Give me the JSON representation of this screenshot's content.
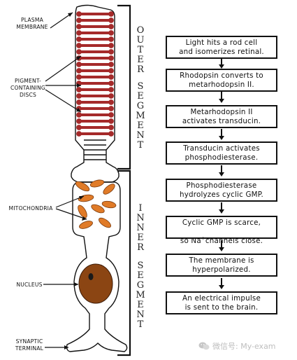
{
  "labels": {
    "plasma_membrane_1": "PLASMA",
    "plasma_membrane_2": "MEMBRANE",
    "pigment_1": "PIGMENT-",
    "pigment_2": "CONTAINING",
    "pigment_3": "DISCS",
    "mitochondria": "MITOCHONDRIA",
    "nucleus": "NUCLEUS",
    "synaptic_1": "SYNAPTIC",
    "synaptic_2": "TERMINAL"
  },
  "segments": {
    "outer": [
      "O",
      "U",
      "T",
      "E",
      "R",
      "S",
      "E",
      "G",
      "M",
      "E",
      "N",
      "T"
    ],
    "inner": [
      "I",
      "N",
      "N",
      "E",
      "R",
      "S",
      "E",
      "G",
      "M",
      "E",
      "N",
      "T"
    ]
  },
  "steps": [
    {
      "text": "Light hits a rod cell\nand isomerizes retinal."
    },
    {
      "text": "Rhodopsin converts to\nmetarhodopsin II."
    },
    {
      "text": "Metarhodopsin II\nactivates transducin."
    },
    {
      "text": "Transducin activates\nphosphodiesterase."
    },
    {
      "text": "Phosphodiesterase\nhydrolyzes cyclic GMP."
    },
    {
      "line1": "Cyclic GMP is scarce,",
      "line2_pre": "so Na",
      "line2_sup": "+",
      "line2_post": "channels close."
    },
    {
      "text": "The membrane is\nhyperpolarized."
    },
    {
      "text": "An electrical impulse\nis sent to the brain."
    }
  ],
  "watermark": {
    "text": "微信号: My-exam",
    "icon": "wechat-icon"
  },
  "colors": {
    "disc": "#a52a2a",
    "mitochondria": "#e07b28",
    "nucleus": "#8b4513",
    "outline": "#111111"
  }
}
